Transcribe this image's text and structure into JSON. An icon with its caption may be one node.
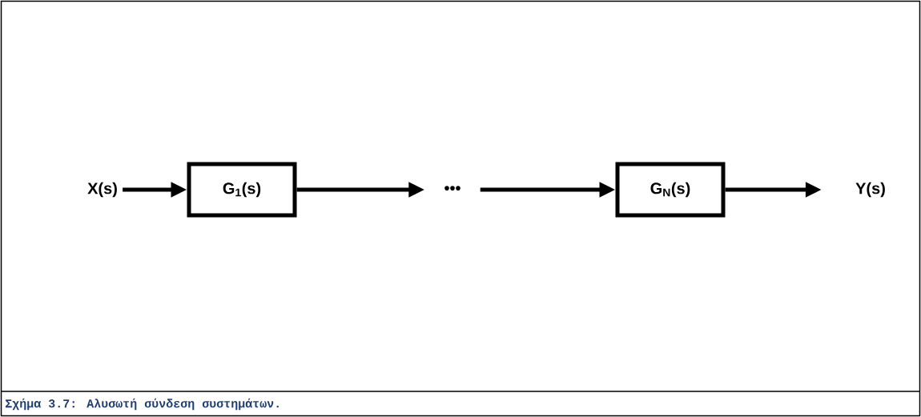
{
  "diagram": {
    "caption": "Σχήμα 3.7: Αλυσωτή σύνδεση συστημάτων.",
    "nodes": [
      {
        "text": [
          "X(s)"
        ]
      },
      {
        "text": [
          "G$_{1}$(s)"
        ]
      },
      {
        "text": [
          "•••"
        ]
      },
      {
        "text": [
          "G$_{N}$(s)"
        ]
      },
      {
        "text": [
          "Y(s)"
        ]
      }
    ],
    "edges": [
      {
        "from": 0,
        "to": 1,
        "arrow": "to"
      },
      {
        "from": 1,
        "to": 2,
        "arrow": "to"
      },
      {
        "from": 2,
        "to": 3,
        "arrow": "to"
      },
      {
        "from": 3,
        "to": 4,
        "arrow": "to"
      }
    ]
  }
}
